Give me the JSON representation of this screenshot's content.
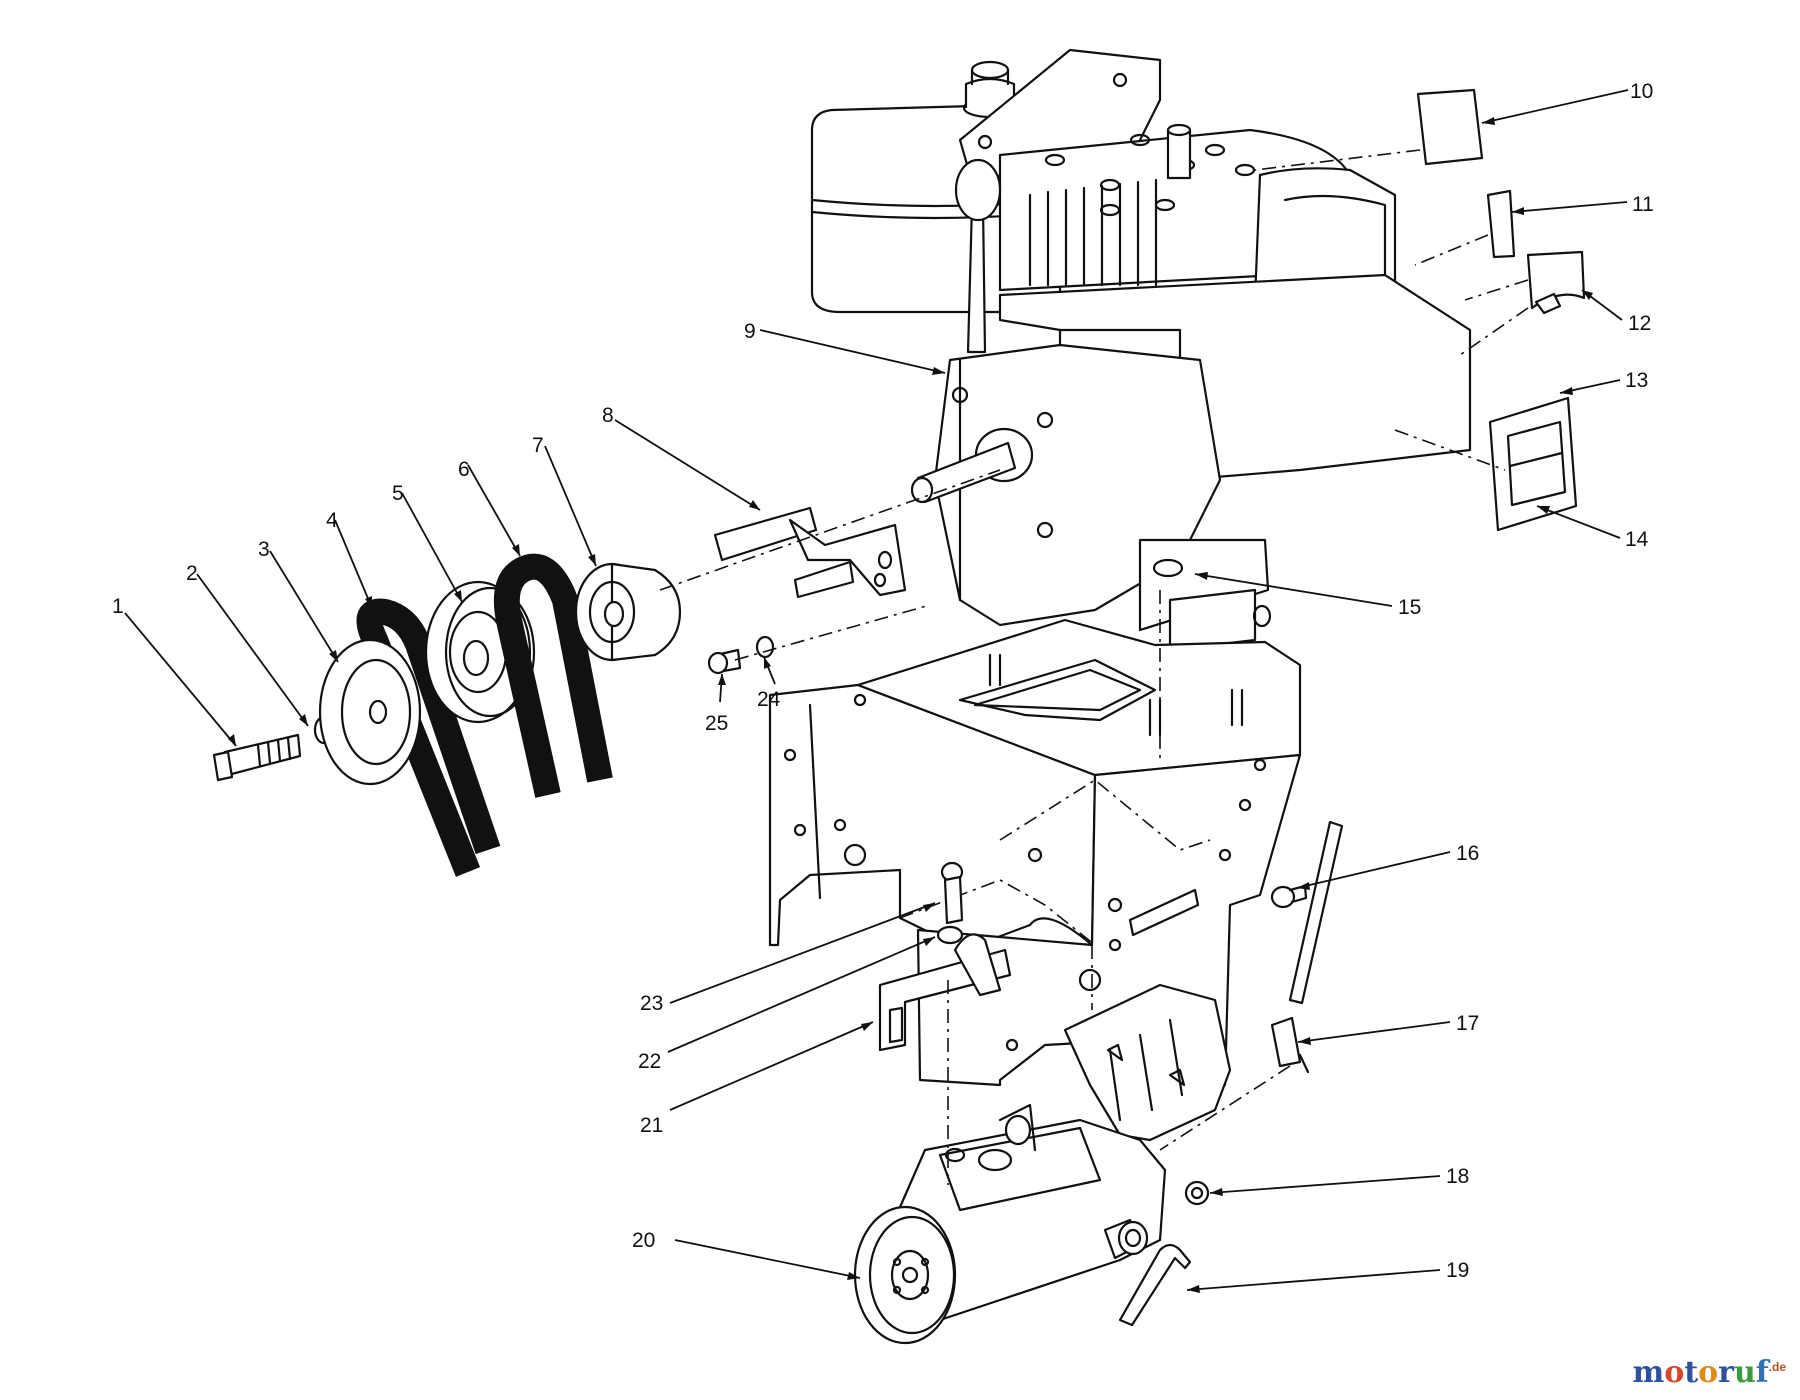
{
  "callouts": [
    "1",
    "2",
    "3",
    "4",
    "5",
    "6",
    "7",
    "8",
    "9",
    "10",
    "11",
    "12",
    "13",
    "14",
    "15",
    "16",
    "17",
    "18",
    "19",
    "20",
    "21",
    "22",
    "23",
    "24",
    "25"
  ],
  "watermark": {
    "m": "m",
    "o1": "o",
    "t": "t",
    "o2": "o",
    "r": "r",
    "u": "u",
    "f": "f",
    "suffix": ".de"
  },
  "colors": {
    "line": "#111111",
    "background": "#ffffff",
    "watermark_blue": "#2f4fa1"
  }
}
